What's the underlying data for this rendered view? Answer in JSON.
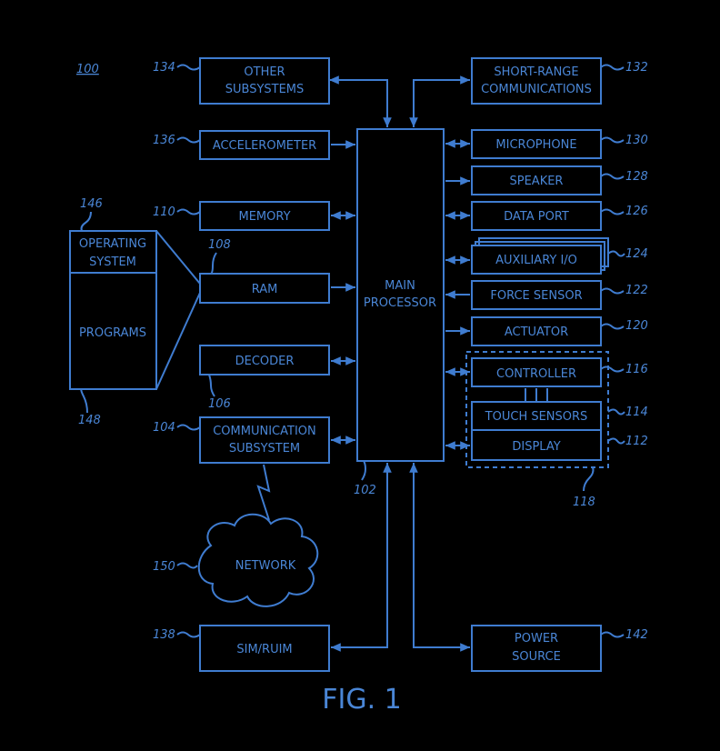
{
  "figure_ref": "100",
  "figure_caption": "FIG. 1",
  "colors": {
    "background": "#000000",
    "stroke": "#3f7cd0",
    "text": "#4a86d6"
  },
  "blocks": {
    "other_subsystems": {
      "lines": [
        "OTHER",
        "SUBSYSTEMS"
      ],
      "ref": "134"
    },
    "accelerometer": {
      "lines": [
        "ACCELEROMETER"
      ],
      "ref": "136"
    },
    "memory": {
      "lines": [
        "MEMORY"
      ],
      "ref": "110"
    },
    "ram": {
      "lines": [
        "RAM"
      ],
      "ref": "108"
    },
    "decoder": {
      "lines": [
        "DECODER"
      ],
      "ref": "106"
    },
    "communication_subsystem": {
      "lines": [
        "COMMUNICATION",
        "SUBSYSTEM"
      ],
      "ref": "104"
    },
    "main_processor": {
      "lines": [
        "MAIN",
        "PROCESSOR"
      ],
      "ref": "102"
    },
    "short_range": {
      "lines": [
        "SHORT-RANGE",
        "COMMUNICATIONS"
      ],
      "ref": "132"
    },
    "microphone": {
      "lines": [
        "MICROPHONE"
      ],
      "ref": "130"
    },
    "speaker": {
      "lines": [
        "SPEAKER"
      ],
      "ref": "128"
    },
    "data_port": {
      "lines": [
        "DATA PORT"
      ],
      "ref": "126"
    },
    "auxiliary_io": {
      "lines": [
        "AUXILIARY I/O"
      ],
      "ref": "124"
    },
    "force_sensor": {
      "lines": [
        "FORCE SENSOR"
      ],
      "ref": "122"
    },
    "actuator": {
      "lines": [
        "ACTUATOR"
      ],
      "ref": "120"
    },
    "controller": {
      "lines": [
        "CONTROLLER"
      ],
      "ref": "116"
    },
    "touch_sensors": {
      "lines": [
        "TOUCH SENSORS"
      ],
      "ref": "114"
    },
    "display": {
      "lines": [
        "DISPLAY"
      ],
      "ref": "112"
    },
    "touch_display_group": {
      "ref": "118"
    },
    "os_programs": {
      "top_lines": [
        "OPERATING",
        "SYSTEM"
      ],
      "bottom_lines": [
        "PROGRAMS"
      ],
      "ref_top": "146",
      "ref_bottom": "148"
    },
    "network": {
      "lines": [
        "NETWORK"
      ],
      "ref": "150"
    },
    "sim_ruim": {
      "lines": [
        "SIM/RUIM"
      ],
      "ref": "138"
    },
    "power_source": {
      "lines": [
        "POWER",
        "SOURCE"
      ],
      "ref": "142"
    }
  }
}
